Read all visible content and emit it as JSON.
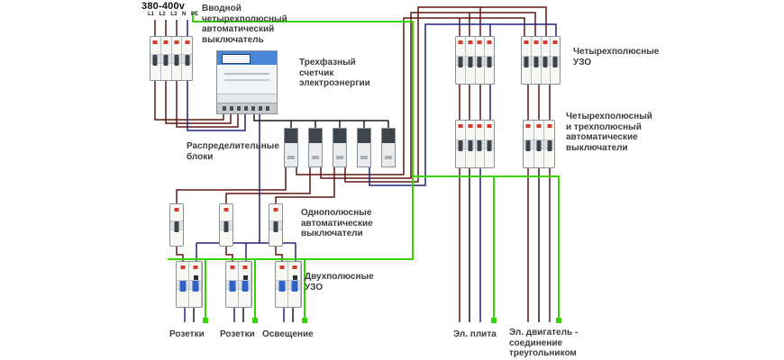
{
  "header": {
    "voltage": "380-400v",
    "terminals": [
      "L1",
      "L2",
      "L3",
      "N",
      "PE"
    ]
  },
  "labels": {
    "main_breaker": "Вводной\nчетырехполюсный\nавтоматический\nвыключатель",
    "meter": "Трехфазный\nсчетчик\nэлектроэнергии",
    "distribution": "Распределительные\nблоки",
    "single_pole": "Однополюсные\nавтоматические\nвыключатели",
    "rcd_two_pole": "Двухполюсные\nУЗО",
    "rcd_four_pole": "Четырехполюсные\nУЗО",
    "right_breakers": "Четырехполюсный\nи  трехполюсный\nавтоматические\nвыключатели",
    "load_sockets_1": "Розетки",
    "load_sockets_2": "Розетки",
    "load_lighting": "Освещение",
    "load_stove": "Эл. плита",
    "load_motor": "Эл. двигатель -\nсоединение\nтреугольником"
  },
  "colors": {
    "phase_wire": "#5e1710",
    "neutral_wire": "#20247f",
    "ground_wire": "#37d200",
    "black_wire": "#1c1c1c"
  }
}
